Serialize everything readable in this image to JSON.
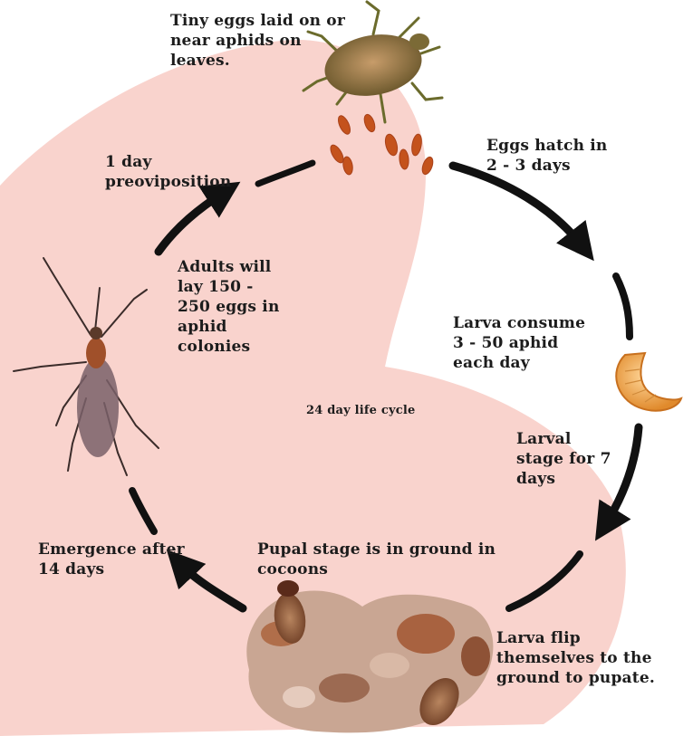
{
  "diagram": {
    "center_label": "24 day life cycle",
    "stages": {
      "eggs_laid": "Tiny eggs laid on or\nnear aphids on\nleaves.",
      "eggs_hatch": "Eggs hatch in\n2 - 3 days",
      "larva_consume": "Larva consume\n3 - 50 aphid\neach day",
      "larval_stage": "Larval\nstage for 7\ndays",
      "larva_flip": "Larva flip\nthemselves to the\nground to pupate.",
      "pupal_stage": "Pupal stage is in ground in\ncocoons",
      "emergence": "Emergence after\n14 days",
      "adults_lay": "Adults will\nlay 150 -\n250 eggs in\naphid\ncolonies",
      "preoviposition": "1 day\npreoviposition"
    }
  },
  "colors": {
    "background_blob": "#f9d3cd",
    "arrow": "#111111"
  }
}
